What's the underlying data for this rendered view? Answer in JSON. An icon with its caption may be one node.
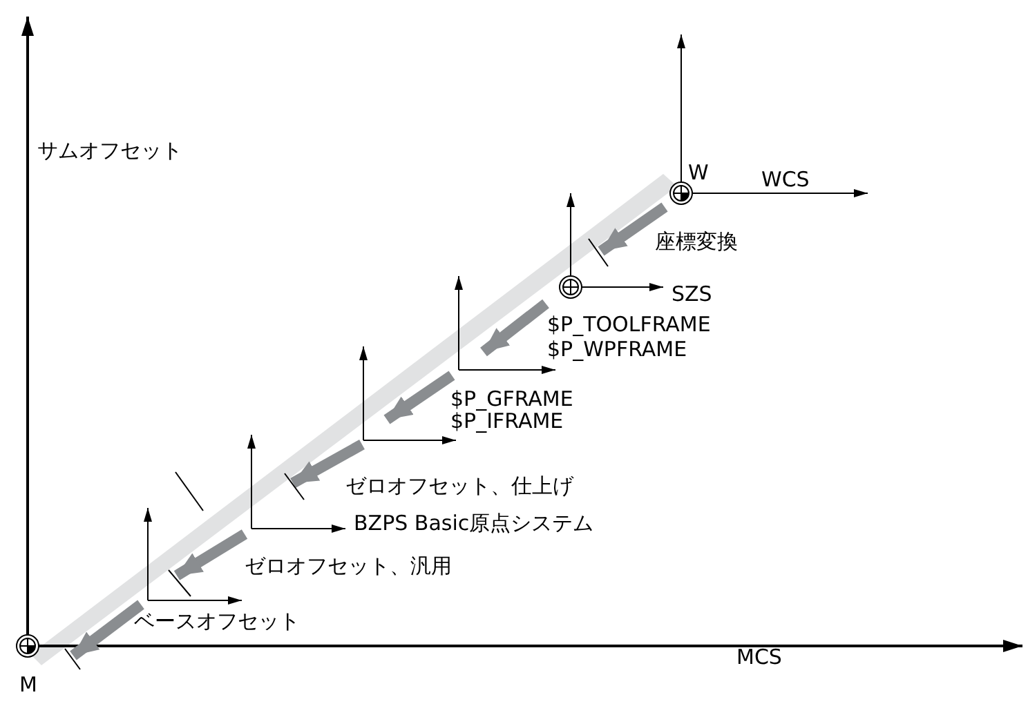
{
  "diagram": {
    "labels": [
      "サムオフセット",
      "W",
      "WCS",
      "座標変換",
      "SZS",
      "$P_TOOLFRAME",
      "$P_WPFRAME",
      "$P_GFRAME",
      "$P_IFRAME",
      "ゼロオフセット、仕上げ",
      "BZPS Basic原点システム",
      "ゼロオフセット、汎用",
      "ベースオフセット",
      "MCS",
      "M"
    ]
  }
}
